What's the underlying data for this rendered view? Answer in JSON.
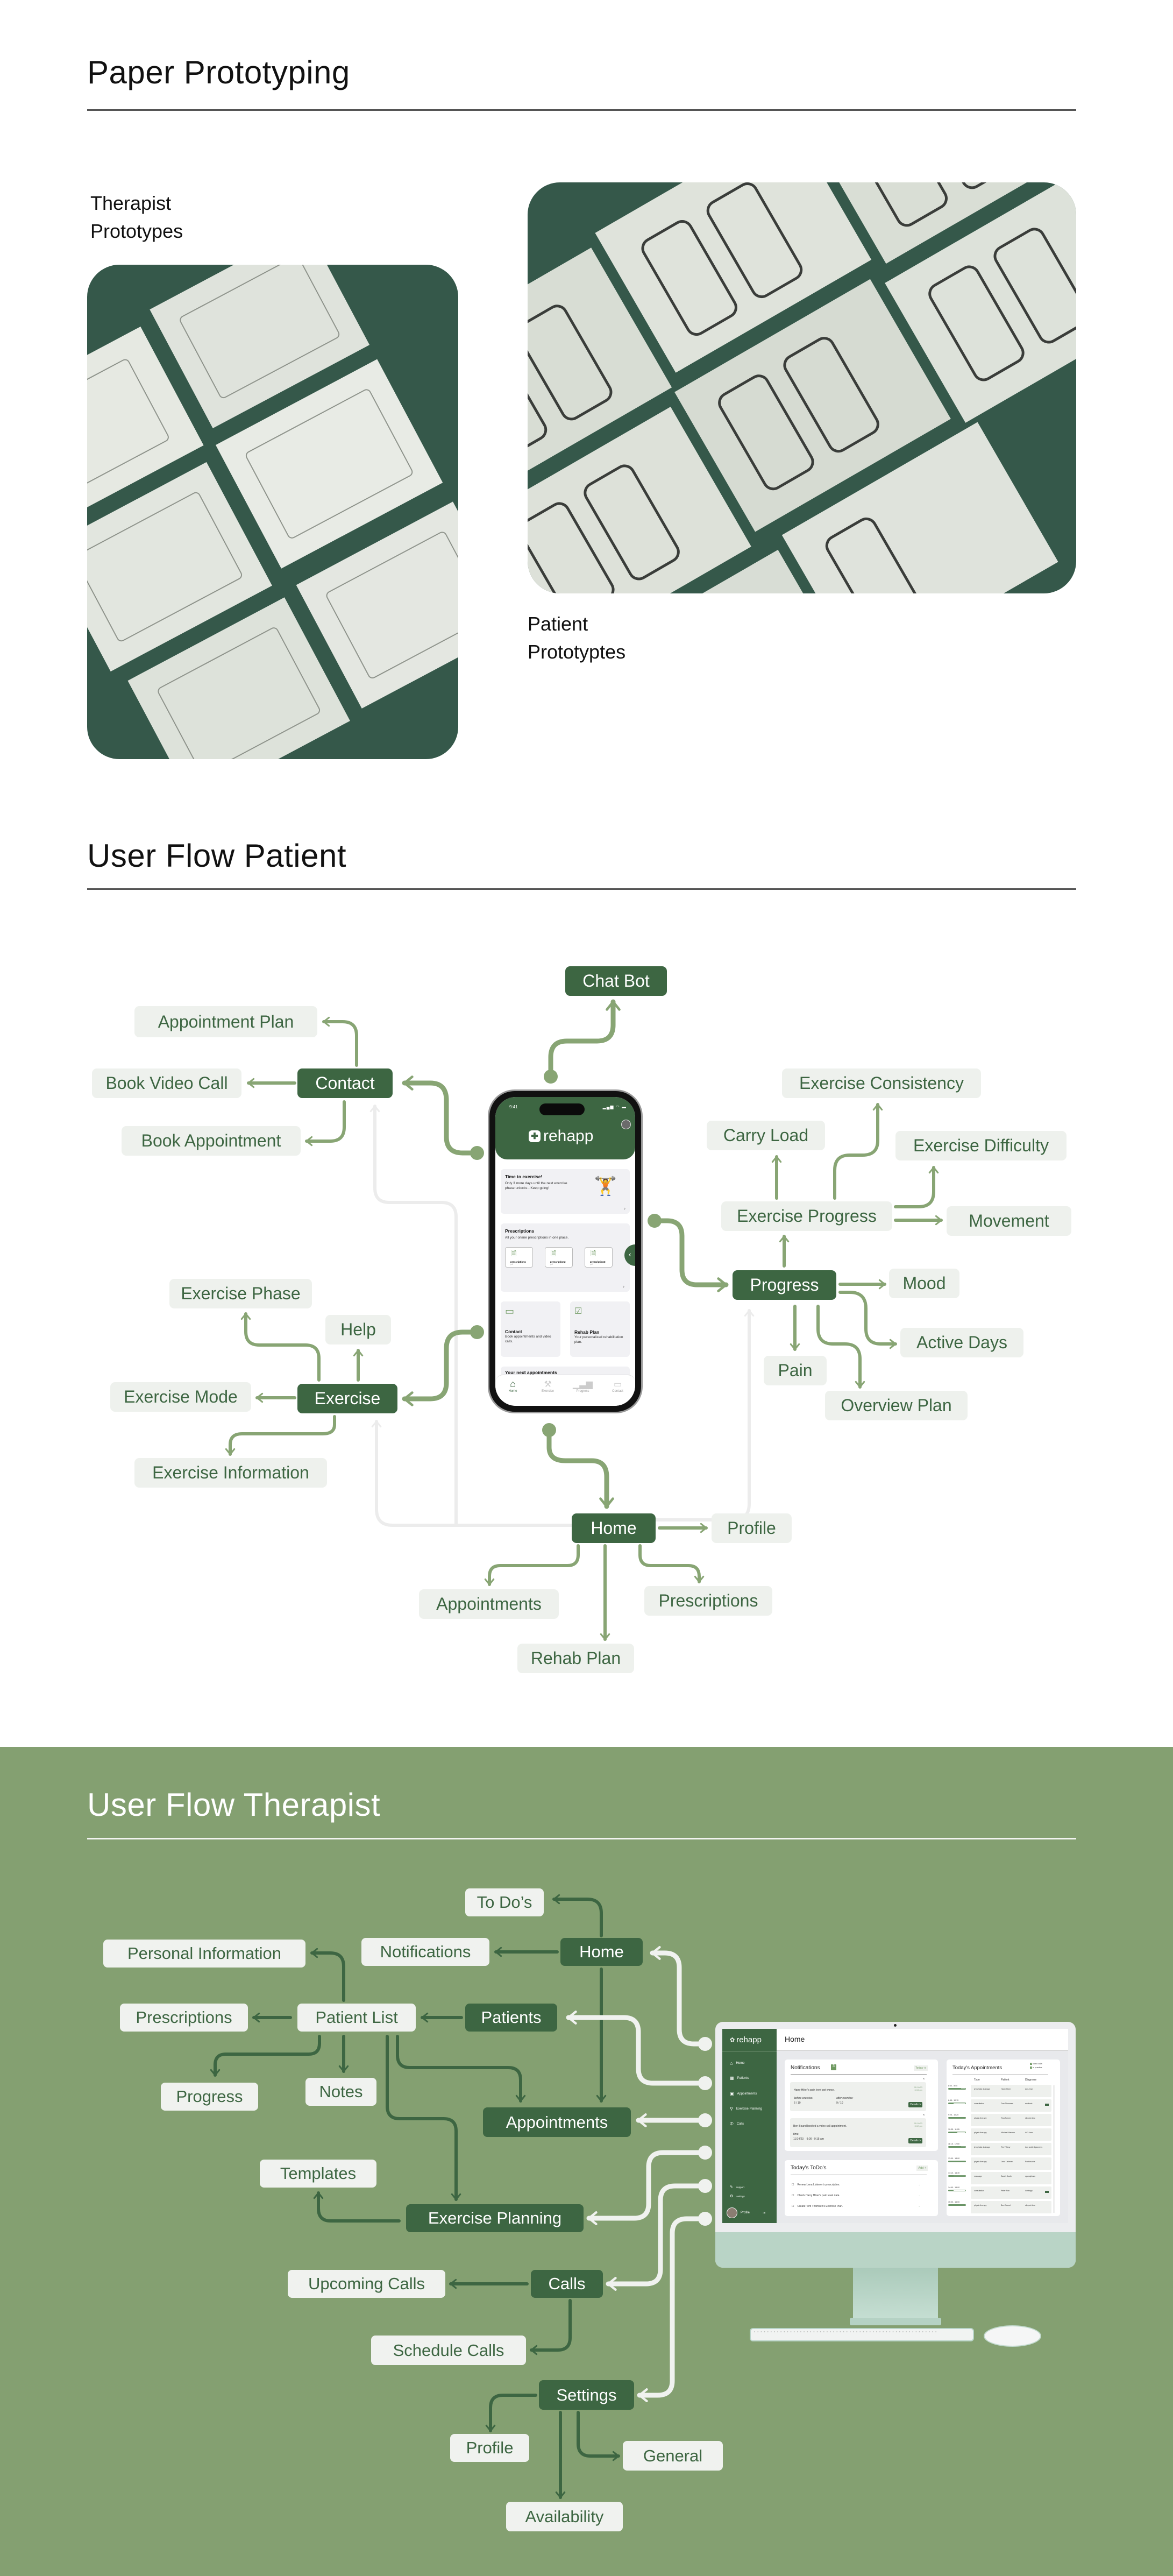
{
  "paper": {
    "title": "Paper Prototyping",
    "therapist_label_1": "Therapist",
    "therapist_label_2": "Prototypes",
    "patient_label_1": "Patient",
    "patient_label_2": "Prototyptes"
  },
  "patient_flow": {
    "title": "User Flow Patient",
    "nodes": {
      "chat_bot": "Chat Bot",
      "appointment_plan": "Appointment Plan",
      "contact": "Contact",
      "book_video_call": "Book Video Call",
      "book_appointment": "Book Appointment",
      "exercise_phase": "Exercise Phase",
      "help": "Help",
      "exercise_mode": "Exercise Mode",
      "exercise": "Exercise",
      "exercise_information": "Exercise Information",
      "exercise_consistency": "Exercise Consistency",
      "carry_load": "Carry Load",
      "exercise_difficulty": "Exercise Difficulty",
      "exercise_progress": "Exercise Progress",
      "movement": "Movement",
      "progress": "Progress",
      "mood": "Mood",
      "active_days": "Active Days",
      "pain": "Pain",
      "overview_plan": "Overview Plan",
      "home": "Home",
      "profile": "Profile",
      "appointments": "Appointments",
      "prescriptions": "Prescriptions",
      "rehab_plan": "Rehab Plan"
    }
  },
  "phone": {
    "time": "9:41",
    "brand": "rehapp",
    "exercise_card": {
      "title": "Time to exercise!",
      "body": "Only 3 more days until the next exercise phase unlocks - Keep going!"
    },
    "prescriptions_card": {
      "title": "Prescriptions",
      "subtitle": "All your online prescriptions in one place.",
      "files": [
        {
          "name": "prescription1",
          "type": "pdf"
        },
        {
          "name": "prescription2",
          "type": "pdf"
        },
        {
          "name": "prescription3",
          "type": "pdf"
        }
      ]
    },
    "contact_card": {
      "title": "Contact",
      "body": "Book appointments and video calls."
    },
    "rehab_card": {
      "title": "Rehab Plan",
      "body": "Your personalized rehabilitation plan."
    },
    "next_appointments": "Your next appointments",
    "tabs": [
      "Home",
      "Exercise",
      "Progress",
      "Contact"
    ],
    "active_tab": "Home"
  },
  "therapist_flow": {
    "title": "User Flow Therapist",
    "nodes": {
      "to_dos": "To Do’s",
      "home": "Home",
      "notifications": "Notifications",
      "personal_information": "Personal Information",
      "prescriptions": "Prescriptions",
      "patient_list": "Patient List",
      "patients": "Patients",
      "progress": "Progress",
      "notes": "Notes",
      "appointments": "Appointments",
      "templates": "Templates",
      "exercise_planning": "Exercise Planning",
      "upcoming_calls": "Upcoming Calls",
      "calls": "Calls",
      "schedule_calls": "Schedule Calls",
      "settings": "Settings",
      "profile": "Profile",
      "general": "General",
      "availability": "Availability"
    }
  },
  "desktop": {
    "brand": "rehapp",
    "page_title": "Home",
    "nav": [
      "Home",
      "Patients",
      "Appointments",
      "Exercise Planning",
      "Calls"
    ],
    "bottom_nav": [
      "support",
      "settings"
    ],
    "profile": "Profile",
    "notifications": {
      "title": "Notifications",
      "count": "3",
      "filter": "Today ∨",
      "items": [
        {
          "text": "Harry Hiker's pain level got worse.",
          "date": "11/16/23",
          "time": "6:34 pm",
          "label1": "before exercise:",
          "value1": "6 / 10",
          "label2": "after exercise:",
          "value2": "9 / 10",
          "button": "Details >"
        },
        {
          "text": "Ben Bound booked a video call appointment.",
          "date": "11/16/23",
          "time": "3:02 pm",
          "label1": "time:",
          "value1": "11/14/23    9:00 - 9:15 am",
          "button": "Details >"
        }
      ]
    },
    "todos": {
      "title": "Today's ToDo's",
      "add": "Add +",
      "items": [
        "Renew Lena Listener's prescription.",
        "Check Harry Hiker's pain level data.",
        "Create Tom Thomsen's Exercise Plan."
      ]
    },
    "appointments": {
      "title": "Today's Appointments",
      "legend": [
        {
          "count": "2",
          "label": "video calls"
        },
        {
          "count": "7",
          "label": "in practice"
        }
      ],
      "columns": [
        "Type",
        "Patient",
        "Diagnose"
      ],
      "rows": [
        {
          "time": "8:00 - 8:45",
          "type": "lymphatic drainage",
          "patient": "Harry Hiker",
          "diagnose": "ACL tear",
          "video": false,
          "progress": 0.75
        },
        {
          "time": "8:55 - 10:15",
          "type": "consultation",
          "patient": "Tom Thomsen",
          "diagnose": "scoliosis",
          "video": true,
          "progress": 0.3
        },
        {
          "time": "9:25 - 10:25",
          "type": "physio therapy",
          "patient": "Tina Turner",
          "diagnose": "slipped disc",
          "video": false,
          "progress": 1.0
        },
        {
          "time": "10:35 - 11:05",
          "type": "physio therapy",
          "patient": "Michael Manson",
          "diagnose": "ACL tear",
          "video": false,
          "progress": 0.5
        },
        {
          "time": "11:15 - 12:00",
          "type": "lymphatic drainage",
          "patient": "Tim Tiffany",
          "diagnose": "torn ankle ligaments",
          "video": false,
          "progress": 0.75
        },
        {
          "time": "13:00 - 14:00",
          "type": "physio therapy",
          "patient": "Lena Listener",
          "diagnose": "Parkinson's",
          "video": false,
          "progress": 1.0
        },
        {
          "time": "14:10 - 14:30",
          "type": "massage",
          "patient": "Sarah South",
          "diagnose": "spondylosis",
          "video": false,
          "progress": 0.3
        },
        {
          "time": "14:40 - 15:00",
          "type": "consultation",
          "patient": "Peter Pan",
          "diagnose": "lumbago",
          "video": true,
          "progress": 0.3
        },
        {
          "time": "15:00 - 16:00",
          "type": "physio therapy",
          "patient": "Ben Bound",
          "diagnose": "slipped disc",
          "video": false,
          "progress": 1.0
        }
      ]
    }
  },
  "colors": {
    "brand_dark": "#3d6642",
    "connector": "#88a574",
    "node_light": "#eef1ed",
    "section_green": "#84a071"
  }
}
